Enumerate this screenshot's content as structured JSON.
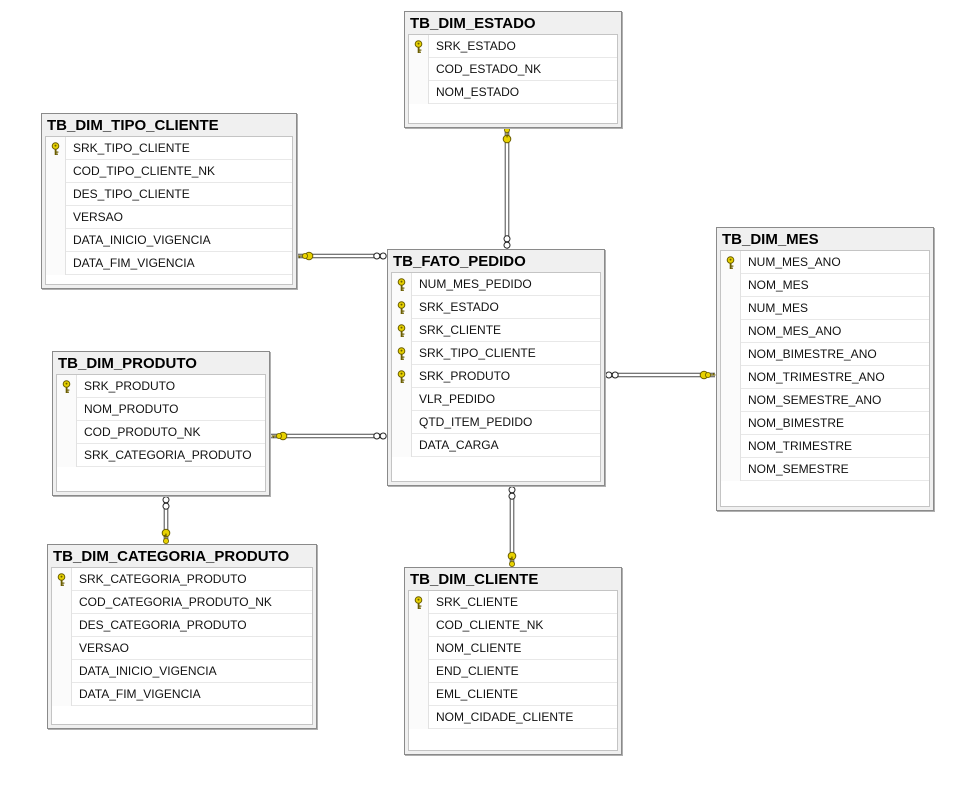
{
  "colors": {
    "key_fill": "#e8d200",
    "key_stroke": "#6b5e00",
    "line": "#4a4a4a",
    "title_bg": "#f0f0f0",
    "border": "#8a8a8a"
  },
  "tables": [
    {
      "id": "tb-dim-estado",
      "title": "TB_DIM_ESTADO",
      "columns": [
        {
          "name": "SRK_ESTADO",
          "key": true
        },
        {
          "name": "COD_ESTADO_NK",
          "key": false
        },
        {
          "name": "NOM_ESTADO",
          "key": false
        }
      ]
    },
    {
      "id": "tb-dim-tipo-cliente",
      "title": "TB_DIM_TIPO_CLIENTE",
      "columns": [
        {
          "name": "SRK_TIPO_CLIENTE",
          "key": true
        },
        {
          "name": "COD_TIPO_CLIENTE_NK",
          "key": false
        },
        {
          "name": "DES_TIPO_CLIENTE",
          "key": false
        },
        {
          "name": "VERSAO",
          "key": false
        },
        {
          "name": "DATA_INICIO_VIGENCIA",
          "key": false
        },
        {
          "name": "DATA_FIM_VIGENCIA",
          "key": false
        }
      ]
    },
    {
      "id": "tb-fato-pedido",
      "title": "TB_FATO_PEDIDO",
      "columns": [
        {
          "name": "NUM_MES_PEDIDO",
          "key": true
        },
        {
          "name": "SRK_ESTADO",
          "key": true
        },
        {
          "name": "SRK_CLIENTE",
          "key": true
        },
        {
          "name": "SRK_TIPO_CLIENTE",
          "key": true
        },
        {
          "name": "SRK_PRODUTO",
          "key": true
        },
        {
          "name": "VLR_PEDIDO",
          "key": false
        },
        {
          "name": "QTD_ITEM_PEDIDO",
          "key": false
        },
        {
          "name": "DATA_CARGA",
          "key": false
        }
      ]
    },
    {
      "id": "tb-dim-mes",
      "title": "TB_DIM_MES",
      "columns": [
        {
          "name": "NUM_MES_ANO",
          "key": true
        },
        {
          "name": "NOM_MES",
          "key": false
        },
        {
          "name": "NUM_MES",
          "key": false
        },
        {
          "name": "NOM_MES_ANO",
          "key": false
        },
        {
          "name": "NOM_BIMESTRE_ANO",
          "key": false
        },
        {
          "name": "NOM_TRIMESTRE_ANO",
          "key": false
        },
        {
          "name": "NOM_SEMESTRE_ANO",
          "key": false
        },
        {
          "name": "NOM_BIMESTRE",
          "key": false
        },
        {
          "name": "NOM_TRIMESTRE",
          "key": false
        },
        {
          "name": "NOM_SEMESTRE",
          "key": false
        }
      ]
    },
    {
      "id": "tb-dim-produto",
      "title": "TB_DIM_PRODUTO",
      "columns": [
        {
          "name": "SRK_PRODUTO",
          "key": true
        },
        {
          "name": "NOM_PRODUTO",
          "key": false
        },
        {
          "name": "COD_PRODUTO_NK",
          "key": false
        },
        {
          "name": "SRK_CATEGORIA_PRODUTO",
          "key": false
        }
      ]
    },
    {
      "id": "tb-dim-categoria-produto",
      "title": "TB_DIM_CATEGORIA_PRODUTO",
      "columns": [
        {
          "name": "SRK_CATEGORIA_PRODUTO",
          "key": true
        },
        {
          "name": "COD_CATEGORIA_PRODUTO_NK",
          "key": false
        },
        {
          "name": "DES_CATEGORIA_PRODUTO",
          "key": false
        },
        {
          "name": "VERSAO",
          "key": false
        },
        {
          "name": "DATA_INICIO_VIGENCIA",
          "key": false
        },
        {
          "name": "DATA_FIM_VIGENCIA",
          "key": false
        }
      ]
    },
    {
      "id": "tb-dim-cliente",
      "title": "TB_DIM_CLIENTE",
      "columns": [
        {
          "name": "SRK_CLIENTE",
          "key": true
        },
        {
          "name": "COD_CLIENTE_NK",
          "key": false
        },
        {
          "name": "NOM_CLIENTE",
          "key": false
        },
        {
          "name": "END_CLIENTE",
          "key": false
        },
        {
          "name": "EML_CLIENTE",
          "key": false
        },
        {
          "name": "NOM_CIDADE_CLIENTE",
          "key": false
        }
      ]
    }
  ],
  "relationships": [
    {
      "id": "fato-estado",
      "from": "TB_FATO_PEDIDO",
      "to": "TB_DIM_ESTADO"
    },
    {
      "id": "fato-tipo-cliente",
      "from": "TB_FATO_PEDIDO",
      "to": "TB_DIM_TIPO_CLIENTE"
    },
    {
      "id": "fato-mes",
      "from": "TB_FATO_PEDIDO",
      "to": "TB_DIM_MES"
    },
    {
      "id": "fato-produto",
      "from": "TB_FATO_PEDIDO",
      "to": "TB_DIM_PRODUTO"
    },
    {
      "id": "fato-cliente",
      "from": "TB_FATO_PEDIDO",
      "to": "TB_DIM_CLIENTE"
    },
    {
      "id": "produto-categoria",
      "from": "TB_DIM_PRODUTO",
      "to": "TB_DIM_CATEGORIA_PRODUTO"
    }
  ]
}
